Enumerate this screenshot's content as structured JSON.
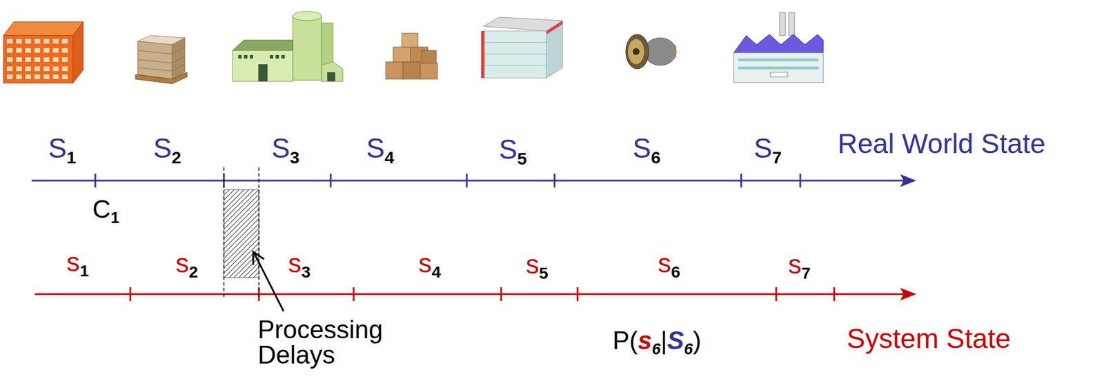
{
  "diagram": {
    "labels": [
      "S1",
      "S2",
      "S3",
      "S4",
      "S5",
      "S6",
      "S7",
      "Real World State",
      "C1",
      "s1",
      "s2",
      "s3",
      "s4",
      "s5",
      "s6",
      "s7",
      "Processing Delays",
      "P(s6|S6)",
      "System State"
    ]
  }
}
